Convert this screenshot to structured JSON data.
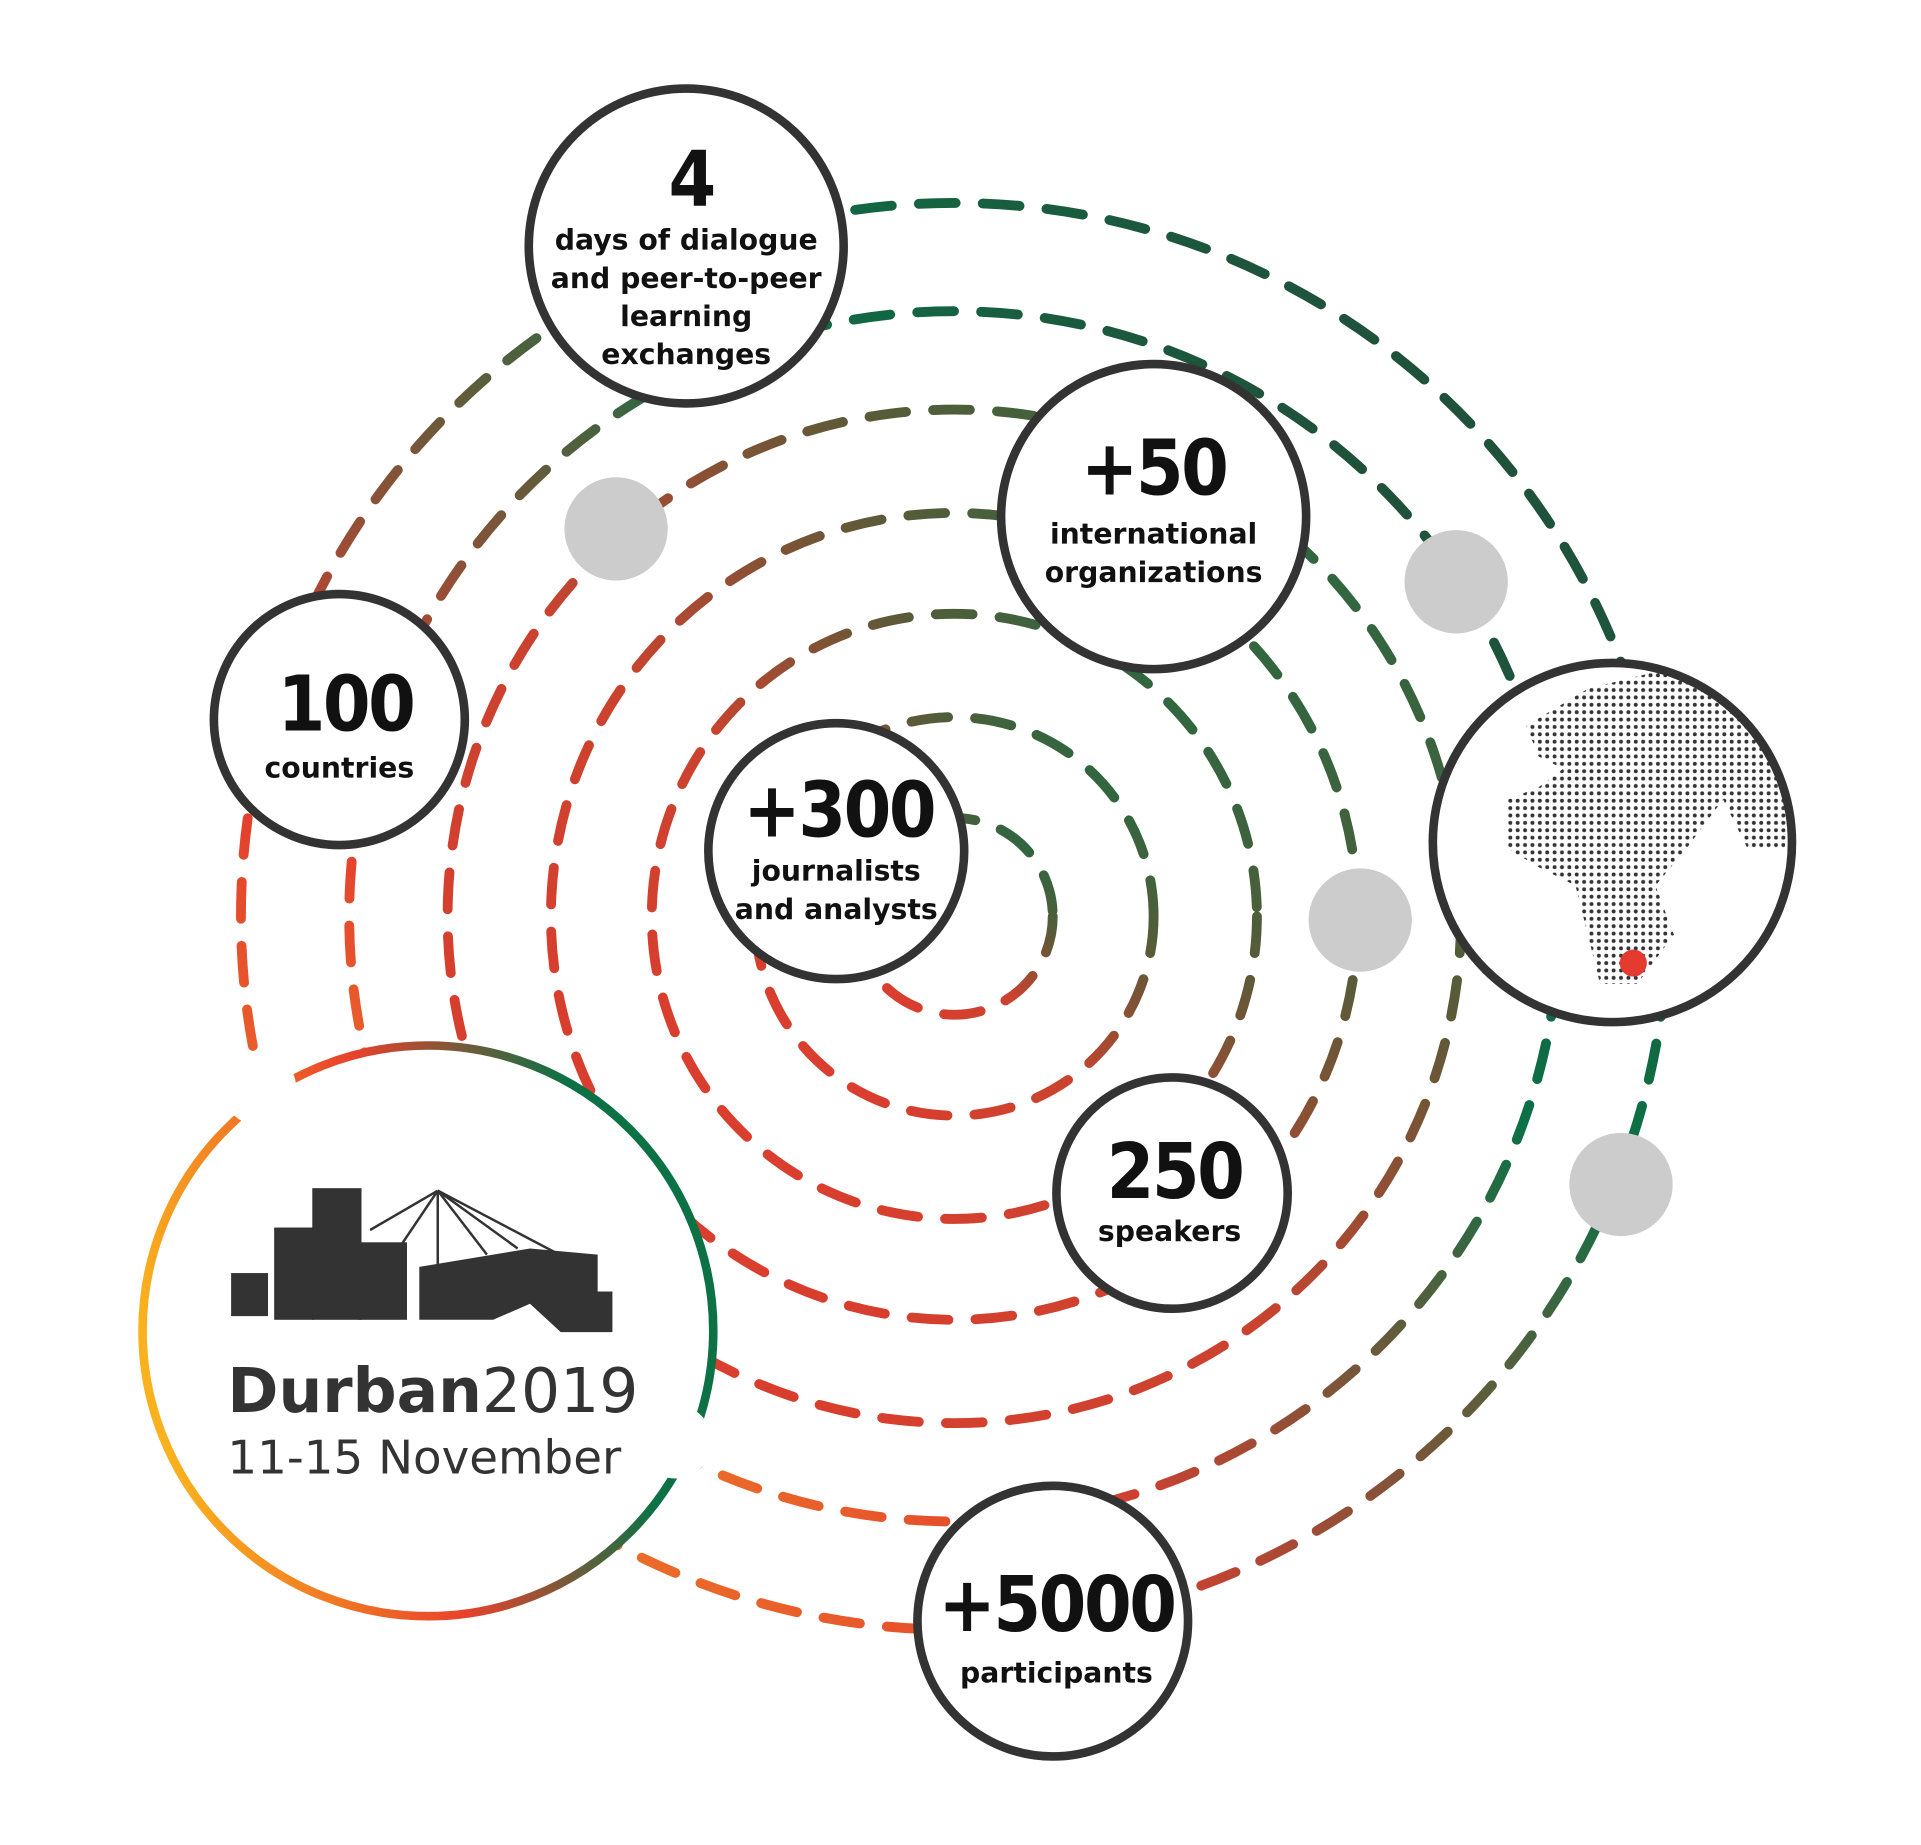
{
  "event": {
    "name_bold": "Durban",
    "name_year": "2019",
    "dates": "11-15 November"
  },
  "stats": [
    {
      "id": "days",
      "number": "4",
      "lines": [
        "days of dialogue",
        "and peer-to-peer",
        "learning",
        "exchanges"
      ]
    },
    {
      "id": "countries",
      "number": "100",
      "lines": [
        "countries"
      ]
    },
    {
      "id": "organizations",
      "number": "+50",
      "lines": [
        "international",
        "organizations"
      ]
    },
    {
      "id": "journalists",
      "number": "+300",
      "lines": [
        "journalists",
        "and analysts"
      ]
    },
    {
      "id": "speakers",
      "number": "250",
      "lines": [
        "speakers"
      ]
    },
    {
      "id": "participants",
      "number": "+5000",
      "lines": [
        "participants"
      ]
    }
  ],
  "colors": {
    "red": "#e23b2e",
    "green": "#0c7145",
    "orange": "#f6a623",
    "dark": "#333333",
    "marker": "#e53a2f"
  },
  "icons": {
    "globe": "globe-map-icon",
    "location": "location-marker-icon",
    "skyline": "durban-skyline-icon"
  }
}
